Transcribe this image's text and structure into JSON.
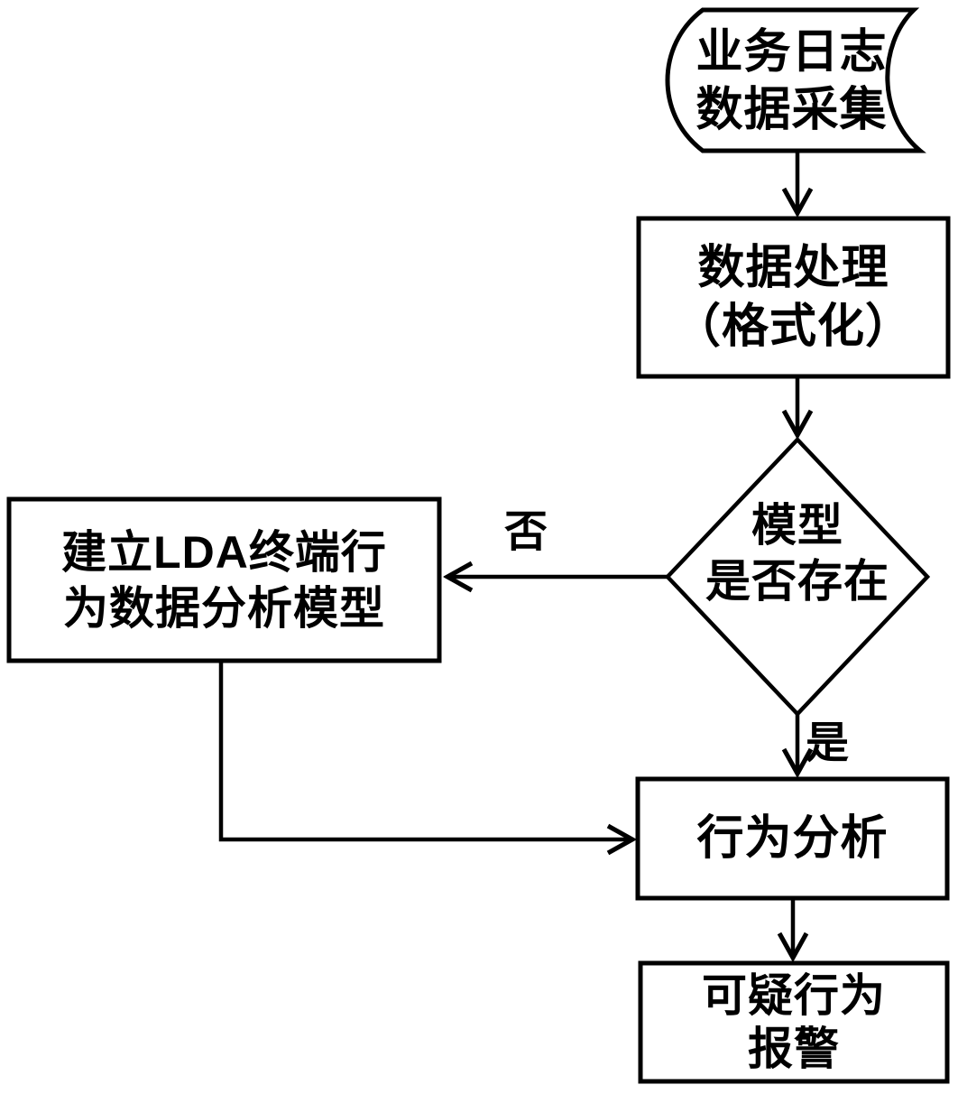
{
  "diagram": {
    "type": "flowchart",
    "language": "zh-CN",
    "colors": {
      "stroke": "#000000",
      "background": "#ffffff",
      "text": "#000000"
    },
    "nodes": {
      "data_collection": {
        "type": "stored-data",
        "label": "业务日志\n数据采集"
      },
      "data_processing": {
        "type": "process",
        "label": "数据处理\n（格式化）"
      },
      "model_exists": {
        "type": "decision",
        "label": "模型\n是否存在"
      },
      "build_model": {
        "type": "process",
        "label": "建立LDA终端行\n为数据分析模型"
      },
      "behavior_analysis": {
        "type": "process",
        "label": "行为分析"
      },
      "suspicious_alarm": {
        "type": "process",
        "label": "可疑行为\n报警"
      }
    },
    "edge_labels": {
      "no": "否",
      "yes": "是"
    },
    "edges": [
      {
        "from": "data_collection",
        "to": "data_processing",
        "label": ""
      },
      {
        "from": "data_processing",
        "to": "model_exists",
        "label": ""
      },
      {
        "from": "model_exists",
        "to": "build_model",
        "label": "否"
      },
      {
        "from": "model_exists",
        "to": "behavior_analysis",
        "label": "是"
      },
      {
        "from": "build_model",
        "to": "behavior_analysis",
        "label": ""
      },
      {
        "from": "behavior_analysis",
        "to": "suspicious_alarm",
        "label": ""
      }
    ]
  }
}
